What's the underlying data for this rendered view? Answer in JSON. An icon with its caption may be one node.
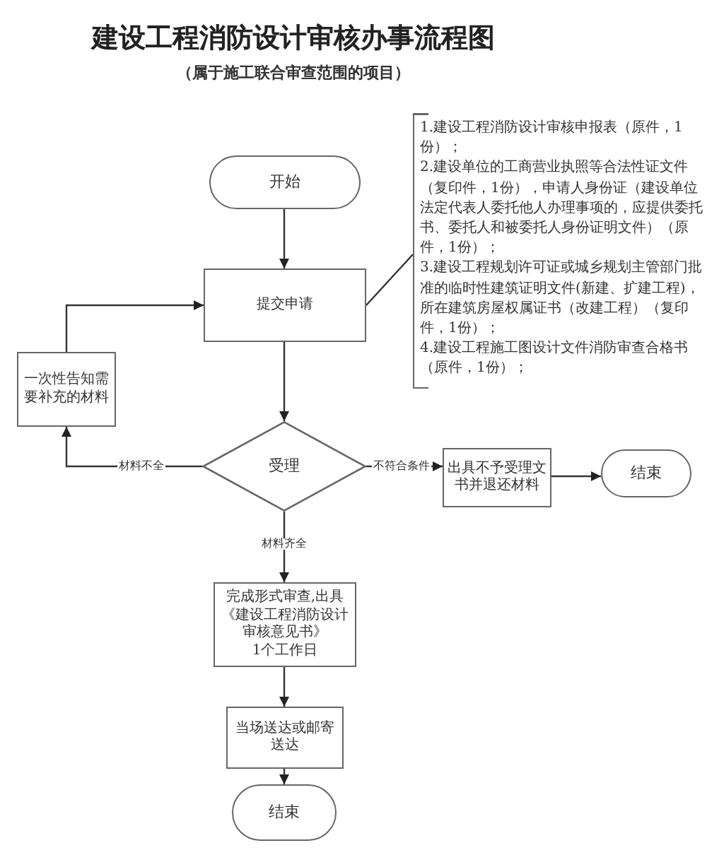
{
  "diagram": {
    "title": "建设工程消防设计审核办事流程图",
    "caption": "（属于施工联合审查范围的项目）",
    "nodes": [
      {
        "text": [
          "开始"
        ]
      },
      {
        "text": [
          "提交申请"
        ]
      },
      {
        "text": [
          "一次性告知需要补充的材料"
        ]
      },
      {
        "text": [
          "受理"
        ]
      },
      {
        "text": [
          "出具不予受理文书并退还材料"
        ]
      },
      {
        "text": [
          "结束"
        ]
      },
      {
        "text": [
          "完成形式审查,出具《建设工程消防设计审核意见书》",
          "1个工作日"
        ]
      },
      {
        "text": [
          "当场送达或邮寄送达"
        ]
      },
      {
        "text": [
          "结束"
        ]
      },
      {
        "text": [
          "1.建设工程消防设计审核申报表（原件，1份）；",
          "2.建设单位的工商营业执照等合法性证文件（复印件，1份），申请人身份证（建设单位法定代表人委托他人办理事项的，应提供委托书、委托人和被委托人身份证明文件）（原件，1份）；",
          "3.建设工程规划许可证或城乡规划主管部门批准的临时性建筑证明文件(新建、扩建工程)，所在建筑房屋权属证书（改建工程）（复印件，1份）；",
          "4.建设工程施工图设计文件消防审查合格书（原件，1份）；"
        ]
      }
    ],
    "edges": [
      {
        "from": 0,
        "to": 1,
        "arrow": "to"
      },
      {
        "from": 1,
        "to": 3,
        "arrow": "to"
      },
      {
        "from": 3,
        "to": 2,
        "arrow": "to",
        "label": "材料不全"
      },
      {
        "from": 2,
        "to": 1,
        "arrow": "to"
      },
      {
        "from": 3,
        "to": 4,
        "arrow": "to",
        "label": "不符合条件"
      },
      {
        "from": 4,
        "to": 5,
        "arrow": "to"
      },
      {
        "from": 3,
        "to": 6,
        "arrow": "to",
        "label": "材料齐全"
      },
      {
        "from": 6,
        "to": 7,
        "arrow": "to"
      },
      {
        "from": 7,
        "to": 8,
        "arrow": "to"
      },
      {
        "from": 9,
        "to": 1,
        "arrow": "none"
      }
    ]
  }
}
